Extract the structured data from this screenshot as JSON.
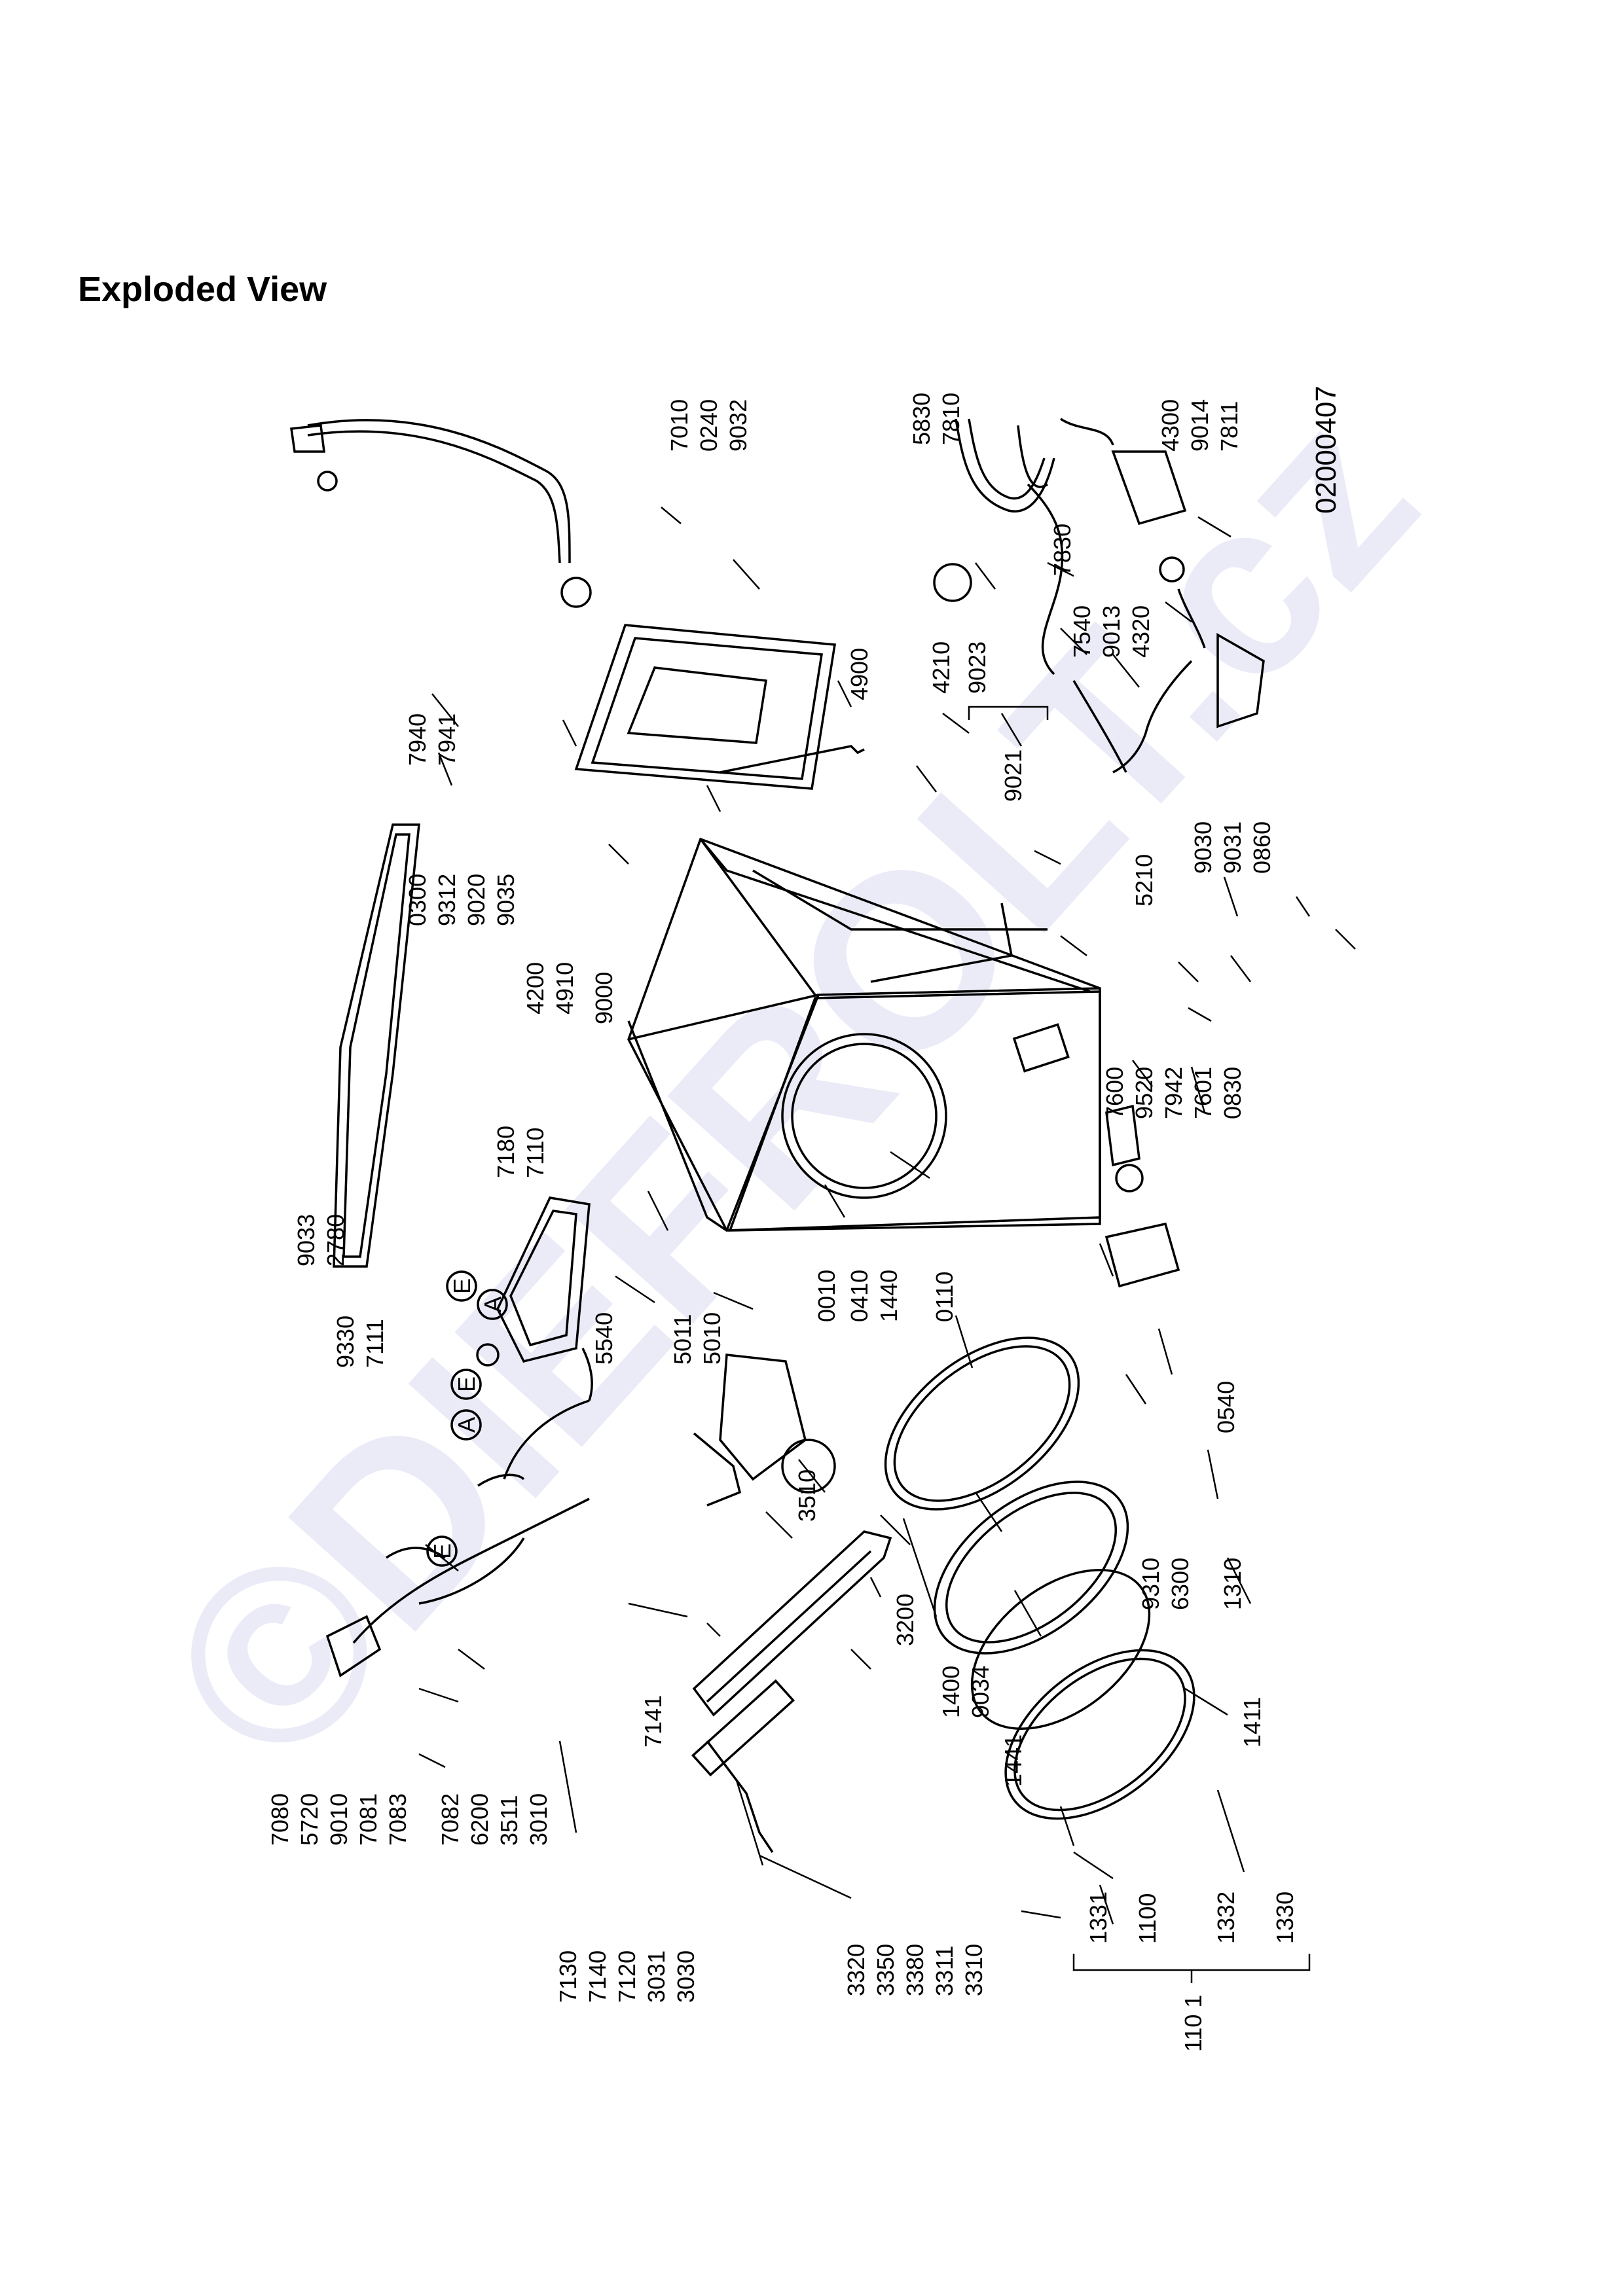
{
  "page": {
    "title": "Exploded View",
    "drawing_code": "02000407",
    "watermark": "©DIEFROLT.cz"
  },
  "colors": {
    "ink": "#000000",
    "watermark": "#dcdcf4",
    "background": "#ffffff"
  },
  "callouts": {
    "left": [
      {
        "name": "callout-7130",
        "text": "7130"
      },
      {
        "name": "callout-7140",
        "text": "7140"
      },
      {
        "name": "callout-7120",
        "text": "7120"
      },
      {
        "name": "callout-3031",
        "text": "3031"
      },
      {
        "name": "callout-3030",
        "text": "3030"
      },
      {
        "name": "callout-3320",
        "text": "3320"
      },
      {
        "name": "callout-3350",
        "text": "3350"
      },
      {
        "name": "callout-3380",
        "text": "3380"
      },
      {
        "name": "callout-3311",
        "text": "3311"
      },
      {
        "name": "callout-3310",
        "text": "3310"
      },
      {
        "name": "callout-1331",
        "text": "1331"
      },
      {
        "name": "callout-1100",
        "text": "1100"
      },
      {
        "name": "callout-1332",
        "text": "1332"
      },
      {
        "name": "callout-1330",
        "text": "1330"
      },
      {
        "name": "callout-1101",
        "text": "110 1"
      },
      {
        "name": "callout-7080",
        "text": "7080"
      },
      {
        "name": "callout-5720",
        "text": "5720"
      },
      {
        "name": "callout-9010",
        "text": "9010"
      },
      {
        "name": "callout-7081",
        "text": "7081"
      },
      {
        "name": "callout-7083",
        "text": "7083"
      },
      {
        "name": "callout-7082",
        "text": "7082"
      },
      {
        "name": "callout-6200",
        "text": "6200"
      },
      {
        "name": "callout-3511",
        "text": "3511"
      },
      {
        "name": "callout-3010",
        "text": "3010"
      },
      {
        "name": "callout-7141",
        "text": "7141"
      },
      {
        "name": "callout-9330",
        "text": "9330"
      },
      {
        "name": "callout-7111",
        "text": "7111"
      },
      {
        "name": "callout-9033",
        "text": "9033"
      },
      {
        "name": "callout-2780",
        "text": "2780"
      },
      {
        "name": "callout-7180",
        "text": "7180"
      },
      {
        "name": "callout-7110",
        "text": "7110"
      },
      {
        "name": "callout-5540",
        "text": "5540"
      },
      {
        "name": "callout-5011",
        "text": "5011"
      },
      {
        "name": "callout-5010",
        "text": "5010"
      },
      {
        "name": "callout-3510",
        "text": "3510"
      },
      {
        "name": "callout-3200",
        "text": "3200"
      },
      {
        "name": "callout-0010",
        "text": "0010"
      },
      {
        "name": "callout-0410",
        "text": "0410"
      },
      {
        "name": "callout-1440",
        "text": "1440"
      },
      {
        "name": "callout-0110",
        "text": "0110"
      },
      {
        "name": "callout-1400",
        "text": "1400"
      },
      {
        "name": "callout-9034",
        "text": "9034"
      },
      {
        "name": "callout-1441",
        "text": "1441"
      },
      {
        "name": "callout-1411",
        "text": "1411"
      },
      {
        "name": "callout-0540",
        "text": "0540"
      },
      {
        "name": "callout-9310",
        "text": "9310"
      },
      {
        "name": "callout-6300",
        "text": "6300"
      },
      {
        "name": "callout-1310",
        "text": "1310"
      }
    ],
    "top": [
      {
        "name": "callout-7940",
        "text": "7940"
      },
      {
        "name": "callout-7941",
        "text": "7941"
      },
      {
        "name": "callout-0300",
        "text": "0300"
      },
      {
        "name": "callout-9312",
        "text": "9312"
      },
      {
        "name": "callout-9020",
        "text": "9020"
      },
      {
        "name": "callout-9035",
        "text": "9035"
      },
      {
        "name": "callout-4200",
        "text": "4200"
      },
      {
        "name": "callout-4910",
        "text": "4910"
      },
      {
        "name": "callout-9000",
        "text": "9000"
      },
      {
        "name": "callout-7010",
        "text": "7010"
      },
      {
        "name": "callout-0240",
        "text": "0240"
      },
      {
        "name": "callout-9032",
        "text": "9032"
      },
      {
        "name": "callout-4900",
        "text": "4900"
      },
      {
        "name": "callout-4210",
        "text": "4210"
      },
      {
        "name": "callout-9021",
        "text": "9021"
      },
      {
        "name": "callout-9023",
        "text": "9023"
      },
      {
        "name": "callout-5210",
        "text": "5210"
      },
      {
        "name": "callout-7600",
        "text": "7600"
      },
      {
        "name": "callout-9520",
        "text": "9520"
      },
      {
        "name": "callout-7942",
        "text": "7942"
      },
      {
        "name": "callout-7601",
        "text": "7601"
      },
      {
        "name": "callout-0830",
        "text": "0830"
      },
      {
        "name": "callout-9030",
        "text": "9030"
      },
      {
        "name": "callout-9031",
        "text": "9031"
      },
      {
        "name": "callout-0860",
        "text": "0860"
      }
    ],
    "right": [
      {
        "name": "callout-5830",
        "text": "5830"
      },
      {
        "name": "callout-7810",
        "text": "7810"
      },
      {
        "name": "callout-7830",
        "text": "7830"
      },
      {
        "name": "callout-7540",
        "text": "7540"
      },
      {
        "name": "callout-9013",
        "text": "9013"
      },
      {
        "name": "callout-4320",
        "text": "4320"
      },
      {
        "name": "callout-4300",
        "text": "4300"
      },
      {
        "name": "callout-9014",
        "text": "9014"
      },
      {
        "name": "callout-7811",
        "text": "7811"
      }
    ],
    "markers": [
      {
        "name": "marker-e-1",
        "text": "E"
      },
      {
        "name": "marker-a-1",
        "text": "A"
      },
      {
        "name": "marker-e-2",
        "text": "E"
      },
      {
        "name": "marker-a-2",
        "text": "A"
      },
      {
        "name": "marker-e-3",
        "text": "E"
      }
    ]
  }
}
